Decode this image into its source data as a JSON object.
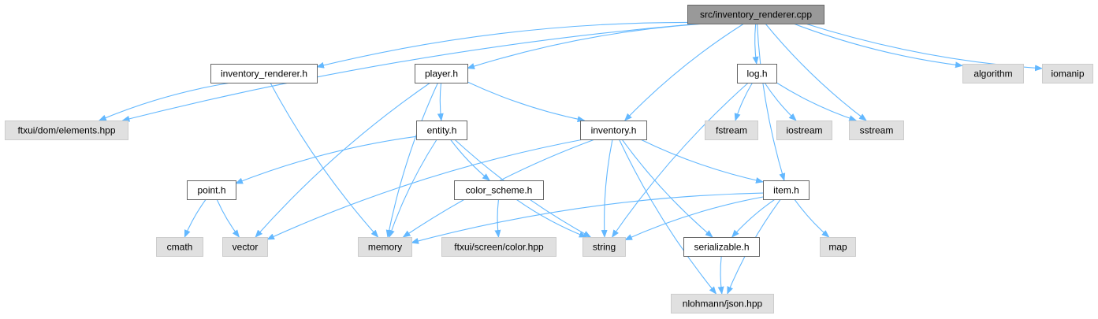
{
  "colors": {
    "edge": "#63b8ff",
    "root_fill": "#999999",
    "root_border": "#666666",
    "documented_fill": "#ffffff",
    "documented_border": "#666666",
    "external_fill": "#e0e0e0",
    "external_border": "#cccccc"
  },
  "nodes": [
    {
      "id": "root",
      "label": "src/inventory_renderer.cpp",
      "kind": "root"
    },
    {
      "id": "inventory_renderer_h",
      "label": "inventory_renderer.h",
      "kind": "documented"
    },
    {
      "id": "player_h",
      "label": "player.h",
      "kind": "documented"
    },
    {
      "id": "log_h",
      "label": "log.h",
      "kind": "documented"
    },
    {
      "id": "algorithm",
      "label": "algorithm",
      "kind": "external"
    },
    {
      "id": "iomanip",
      "label": "iomanip",
      "kind": "external"
    },
    {
      "id": "ftxui_elements",
      "label": "ftxui/dom/elements.hpp",
      "kind": "external"
    },
    {
      "id": "entity_h",
      "label": "entity.h",
      "kind": "documented"
    },
    {
      "id": "inventory_h",
      "label": "inventory.h",
      "kind": "documented"
    },
    {
      "id": "fstream",
      "label": "fstream",
      "kind": "external"
    },
    {
      "id": "iostream",
      "label": "iostream",
      "kind": "external"
    },
    {
      "id": "sstream",
      "label": "sstream",
      "kind": "external"
    },
    {
      "id": "point_h",
      "label": "point.h",
      "kind": "documented"
    },
    {
      "id": "color_scheme_h",
      "label": "color_scheme.h",
      "kind": "documented"
    },
    {
      "id": "item_h",
      "label": "item.h",
      "kind": "documented"
    },
    {
      "id": "cmath",
      "label": "cmath",
      "kind": "external"
    },
    {
      "id": "vector",
      "label": "vector",
      "kind": "external"
    },
    {
      "id": "memory",
      "label": "memory",
      "kind": "external"
    },
    {
      "id": "ftxui_color",
      "label": "ftxui/screen/color.hpp",
      "kind": "external"
    },
    {
      "id": "string",
      "label": "string",
      "kind": "external"
    },
    {
      "id": "serializable_h",
      "label": "serializable.h",
      "kind": "documented"
    },
    {
      "id": "map",
      "label": "map",
      "kind": "external"
    },
    {
      "id": "json",
      "label": "nlohmann/json.hpp",
      "kind": "external"
    }
  ],
  "edges": [
    {
      "from": "root",
      "to": "inventory_renderer_h"
    },
    {
      "from": "root",
      "to": "player_h"
    },
    {
      "from": "root",
      "to": "log_h"
    },
    {
      "from": "root",
      "to": "algorithm"
    },
    {
      "from": "root",
      "to": "iomanip"
    },
    {
      "from": "root",
      "to": "ftxui_elements"
    },
    {
      "from": "root",
      "to": "inventory_h"
    },
    {
      "from": "root",
      "to": "sstream"
    },
    {
      "from": "root",
      "to": "item_h"
    },
    {
      "from": "inventory_renderer_h",
      "to": "ftxui_elements"
    },
    {
      "from": "inventory_renderer_h",
      "to": "memory"
    },
    {
      "from": "player_h",
      "to": "entity_h"
    },
    {
      "from": "player_h",
      "to": "inventory_h"
    },
    {
      "from": "player_h",
      "to": "memory"
    },
    {
      "from": "player_h",
      "to": "vector"
    },
    {
      "from": "log_h",
      "to": "fstream"
    },
    {
      "from": "log_h",
      "to": "iostream"
    },
    {
      "from": "log_h",
      "to": "sstream"
    },
    {
      "from": "log_h",
      "to": "string"
    },
    {
      "from": "entity_h",
      "to": "point_h"
    },
    {
      "from": "entity_h",
      "to": "color_scheme_h"
    },
    {
      "from": "entity_h",
      "to": "memory"
    },
    {
      "from": "entity_h",
      "to": "string"
    },
    {
      "from": "inventory_h",
      "to": "item_h"
    },
    {
      "from": "inventory_h",
      "to": "memory"
    },
    {
      "from": "inventory_h",
      "to": "vector"
    },
    {
      "from": "inventory_h",
      "to": "string"
    },
    {
      "from": "inventory_h",
      "to": "serializable_h"
    },
    {
      "from": "inventory_h",
      "to": "json"
    },
    {
      "from": "point_h",
      "to": "cmath"
    },
    {
      "from": "point_h",
      "to": "vector"
    },
    {
      "from": "color_scheme_h",
      "to": "ftxui_color"
    },
    {
      "from": "color_scheme_h",
      "to": "string"
    },
    {
      "from": "item_h",
      "to": "memory"
    },
    {
      "from": "item_h",
      "to": "string"
    },
    {
      "from": "item_h",
      "to": "serializable_h"
    },
    {
      "from": "item_h",
      "to": "map"
    },
    {
      "from": "item_h",
      "to": "json"
    },
    {
      "from": "serializable_h",
      "to": "json"
    }
  ]
}
